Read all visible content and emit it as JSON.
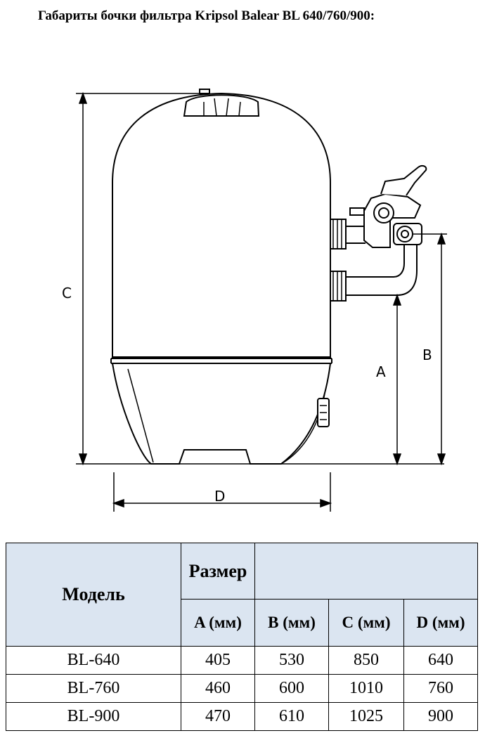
{
  "title": "Габариты бочки фильтра Kripsol Balear BL 640/760/900:",
  "drawing": {
    "labels": {
      "a": "A",
      "b": "B",
      "c": "C",
      "d": "D"
    }
  },
  "table": {
    "model_header": "Модель",
    "size_header": "Размер",
    "columns": [
      "A (мм)",
      "B (мм)",
      "C (мм)",
      "D (мм)"
    ],
    "rows": [
      {
        "model": "BL-640",
        "values": [
          "405",
          "530",
          "850",
          "640"
        ]
      },
      {
        "model": "BL-760",
        "values": [
          "460",
          "600",
          "1010",
          "760"
        ]
      },
      {
        "model": "BL-900",
        "values": [
          "470",
          "610",
          "1025",
          "900"
        ]
      }
    ]
  }
}
